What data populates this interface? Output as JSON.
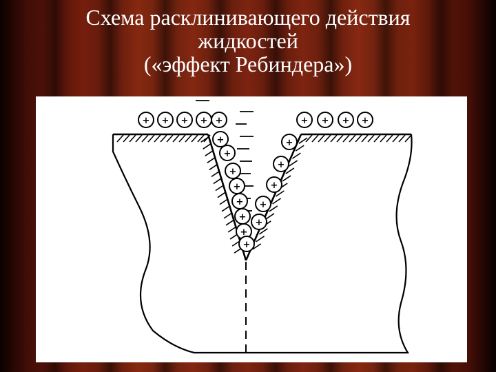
{
  "slide": {
    "title_lines": [
      "Схема расклинивающего действия",
      "жидкостей",
      "(«эффект Ребиндера»)"
    ]
  },
  "diagram": {
    "molecule_symbol": "+",
    "colors": {
      "background_curtain": "#7a2210",
      "panel": "#ffffff",
      "ink": "#000000",
      "title_text": "#ffffff"
    }
  }
}
